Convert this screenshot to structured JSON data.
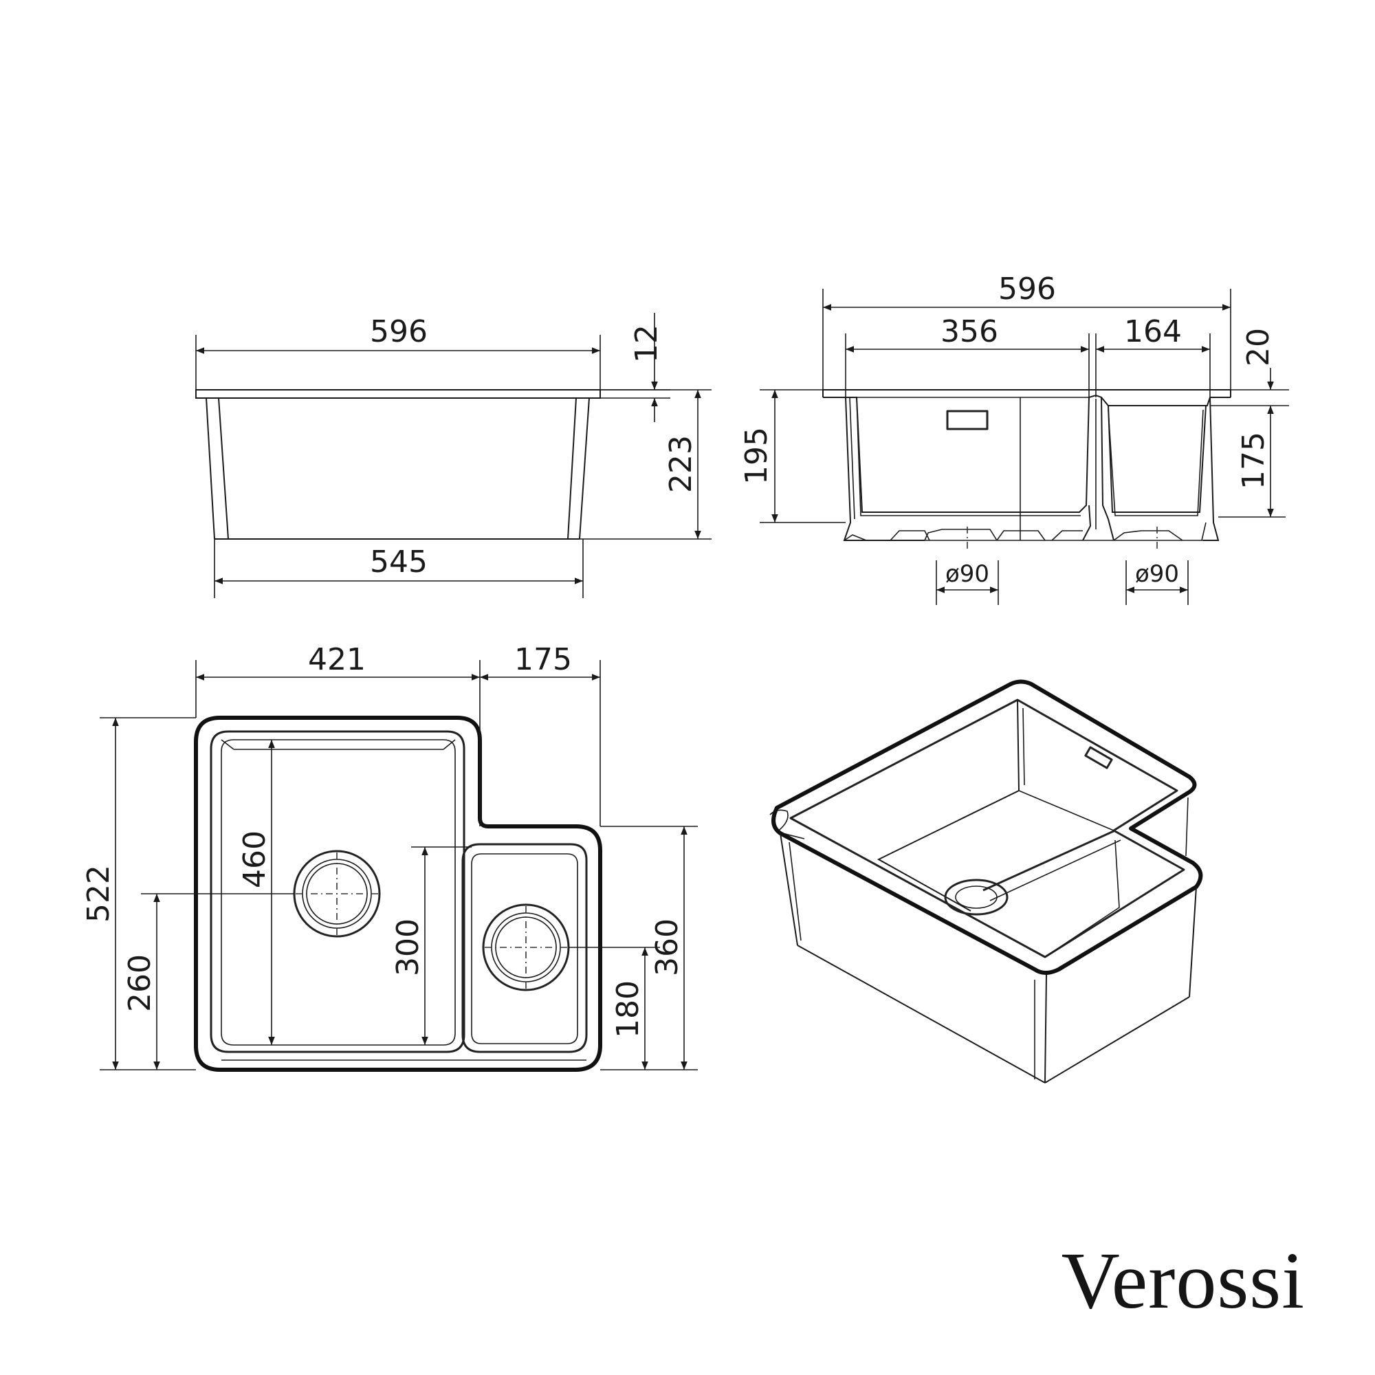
{
  "brand": "Verossi",
  "side_view": {
    "overall_width": "596",
    "flange_thickness": "12",
    "height": "223",
    "bottom_width": "545"
  },
  "section_view": {
    "overall_width": "596",
    "main_bowl_width": "356",
    "small_bowl_width": "164",
    "flange_offset": "20",
    "main_bowl_depth": "195",
    "small_bowl_depth": "175",
    "waste_1": "ø90",
    "waste_2": "ø90"
  },
  "plan_view": {
    "main_bowl_width": "421",
    "small_bowl_width": "175",
    "overall_depth": "522",
    "main_inner_depth": "460",
    "main_waste_offset": "260",
    "small_inner_depth": "300",
    "small_overall_depth": "360",
    "small_waste_offset": "180"
  }
}
